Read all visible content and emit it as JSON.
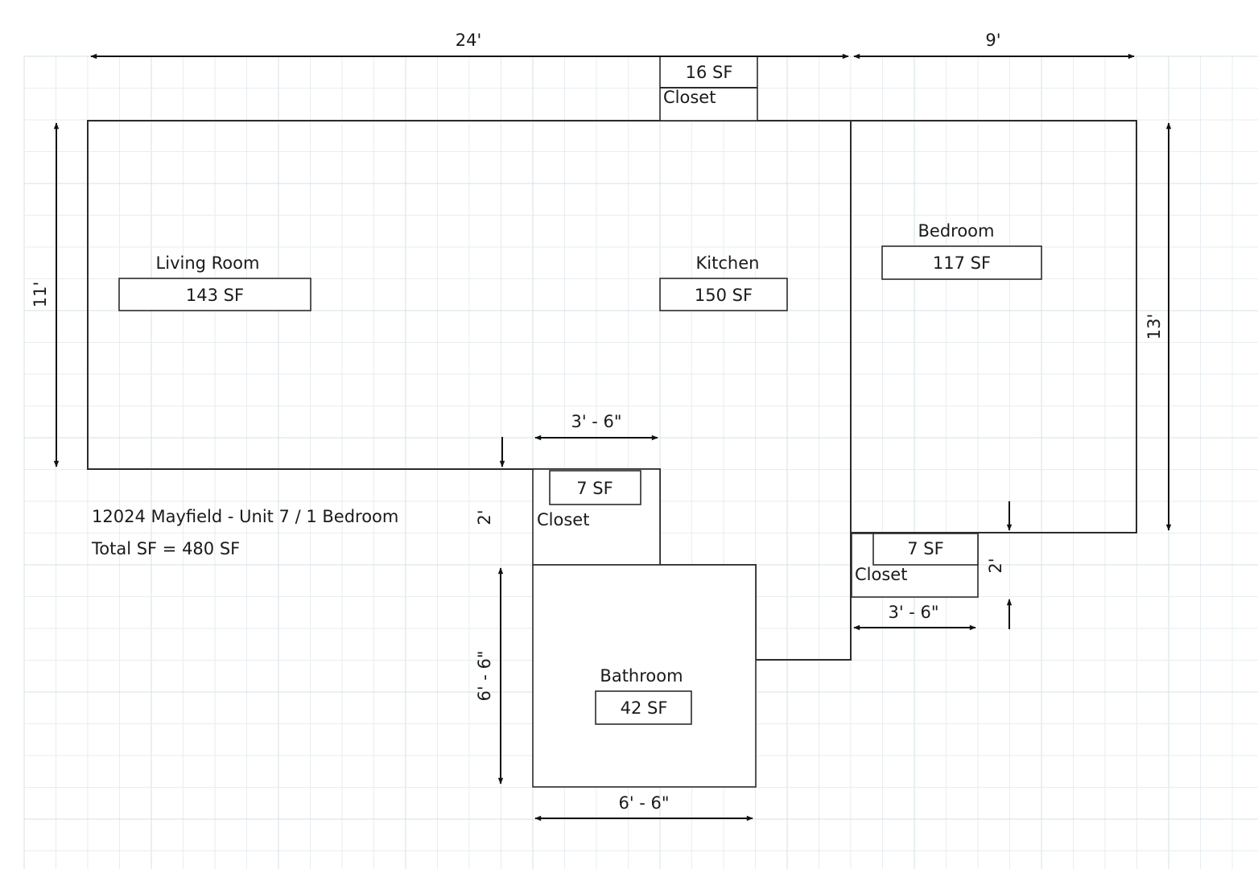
{
  "colors": {
    "grid_minor": "#e6edf1",
    "grid_major": "#d6e0e6",
    "wall": "#2b2b2b",
    "dimension": "#111111"
  },
  "project": {
    "title": "12024 Mayfield - Unit 7 / 1 Bedroom",
    "total": "Total SF = 480 SF"
  },
  "rooms": {
    "living_room": {
      "name": "Living Room",
      "area": "143 SF"
    },
    "kitchen": {
      "name": "Kitchen",
      "area": "150 SF"
    },
    "bedroom": {
      "name": "Bedroom",
      "area": "117 SF"
    },
    "bathroom": {
      "name": "Bathroom",
      "area": "42 SF"
    },
    "closet_top": {
      "name": "Closet",
      "area": "16 SF"
    },
    "closet_middle": {
      "name": "Closet",
      "area": "7 SF"
    },
    "closet_bedroom": {
      "name": "Closet",
      "area": "7 SF"
    }
  },
  "dimensions": {
    "top_width": "24'",
    "bedroom_width": "9'",
    "left_height": "11'",
    "right_height": "13'",
    "closet_middle_width": "3' - 6\"",
    "closet_middle_depth": "2'",
    "bathroom_height": "6' - 6\"",
    "bathroom_width": "6' - 6\"",
    "closet_bedroom_depth": "2'",
    "closet_bedroom_width": "3' - 6\""
  }
}
